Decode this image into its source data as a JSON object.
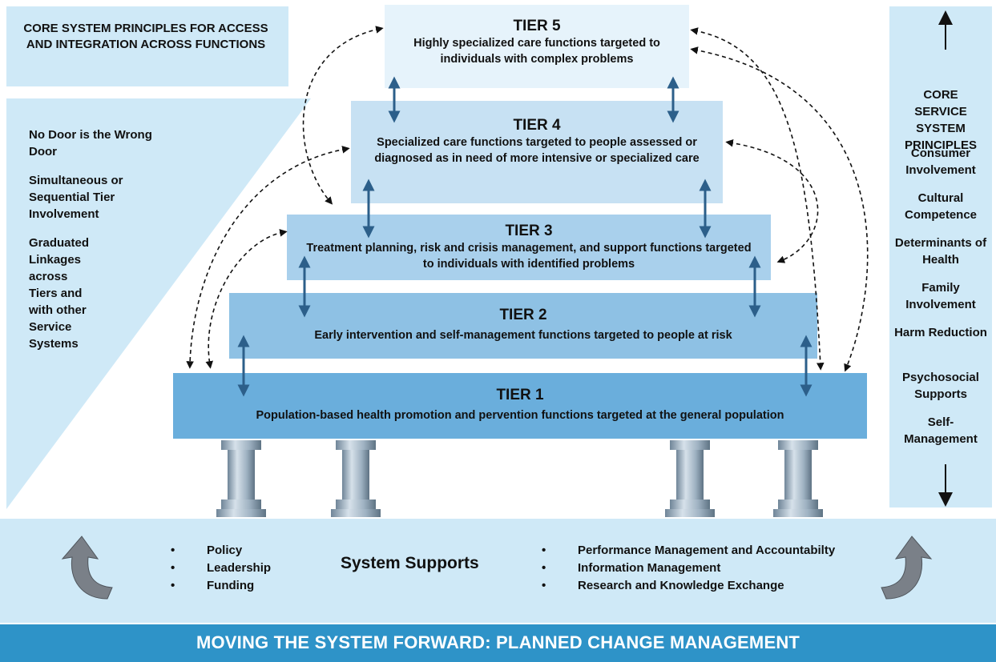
{
  "header": {
    "title": "CORE SYSTEM PRINCIPLES FOR ACCESS AND INTEGRATION ACROSS FUNCTIONS"
  },
  "left_principles": [
    "No Door is the Wrong Door",
    "Simultaneous or Sequential Tier Involvement",
    "Graduated Linkages across Tiers and with other Service Systems"
  ],
  "right_panel": {
    "title": "CORE SERVICE SYSTEM PRINCIPLES",
    "items": [
      "Consumer Involvement",
      "Cultural Competence",
      "Determinants of Health",
      "Family Involvement",
      "Harm Reduction",
      "Psychosocial Supports",
      "Self-Management"
    ]
  },
  "tiers": [
    {
      "name": "TIER 5",
      "description": "Highly specialized care functions targeted to individuals with complex problems"
    },
    {
      "name": "TIER 4",
      "description": "Specialized care functions targeted to people assessed or diagnosed as in need of more intensive or specialized care"
    },
    {
      "name": "TIER 3",
      "description": "Treatment planning, risk and crisis management, and support functions targeted to individuals with identified problems"
    },
    {
      "name": "TIER 2",
      "description": "Early intervention and self-management functions targeted to people at risk"
    },
    {
      "name": "TIER 1",
      "description": "Population-based health promotion and pervention functions targeted at the general population"
    }
  ],
  "supports": {
    "title": "System Supports",
    "left_items": [
      "Policy",
      "Leadership",
      "Funding"
    ],
    "right_items": [
      "Performance Management and Accountabilty",
      "Information Management",
      "Research and Knowledge Exchange"
    ]
  },
  "banner": {
    "text": "MOVING THE SYSTEM FORWARD: PLANNED CHANGE MANAGEMENT"
  },
  "colors": {
    "panel": "#cfe9f7",
    "tier5": "#e6f3fb",
    "tier4": "#c7e1f3",
    "tier3": "#a9d0ec",
    "tier2": "#8ec1e4",
    "tier1": "#6aaedc",
    "arrow": "#2c5f8a",
    "banner": "#2e93c8"
  }
}
